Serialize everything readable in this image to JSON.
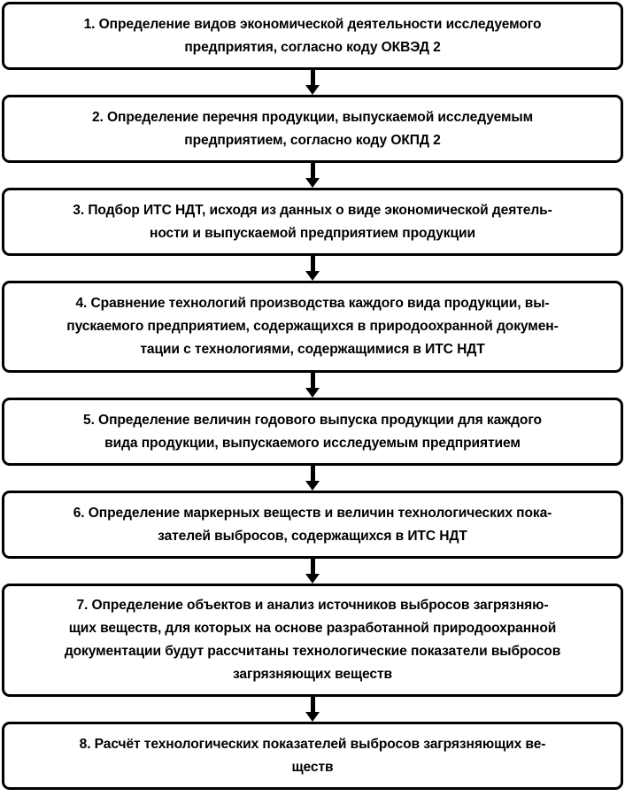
{
  "diagram": {
    "type": "flowchart",
    "orientation": "vertical",
    "language": "ru",
    "shape": "rounded-rectangle",
    "colors": {
      "border": "#000000",
      "fill": "#ffffff",
      "text": "#000000",
      "arrow": "#000000"
    },
    "steps": [
      {
        "number": "1",
        "lines": 2,
        "text": "1. Определение видов экономической деятельности исследуемого\nпредприятия, согласно коду ОКВЭД 2"
      },
      {
        "number": "2",
        "lines": 2,
        "text": "2. Определение перечня продукции, выпускаемой исследуемым\nпредприятием, согласно коду ОКПД 2"
      },
      {
        "number": "3",
        "lines": 2,
        "text": "3. Подбор ИТС НДТ, исходя из данных о виде экономической деятель-\nности и выпускаемой предприятием продукции"
      },
      {
        "number": "4",
        "lines": 3,
        "text": "4. Сравнение технологий производства каждого вида продукции, вы-\nпускаемого предприятием, содержащихся в природоохранной докумен-\nтации с технологиями, содержащимися в ИТС НДТ"
      },
      {
        "number": "5",
        "lines": 2,
        "text": "5. Определение величин годового выпуска продукции для каждого\nвида продукции, выпускаемого исследуемым предприятием"
      },
      {
        "number": "6",
        "lines": 2,
        "text": "6. Определение маркерных веществ и величин технологических пока-\nзателей выбросов, содержащихся в ИТС НДТ"
      },
      {
        "number": "7",
        "lines": 4,
        "text": "7. Определение объектов и анализ источников выбросов загрязняю-\nщих веществ, для которых на основе разработанной природоохранной\nдокументации будут рассчитаны технологические показатели выбросов\nзагрязняющих веществ"
      },
      {
        "number": "8",
        "lines": 2,
        "text": "8. Расчёт технологических показателей выбросов загрязняющих ве-\nществ"
      }
    ],
    "connectors": [
      {
        "from": "1",
        "to": "2",
        "icon": "down-arrow-icon"
      },
      {
        "from": "2",
        "to": "3",
        "icon": "down-arrow-icon"
      },
      {
        "from": "3",
        "to": "4",
        "icon": "down-arrow-icon"
      },
      {
        "from": "4",
        "to": "5",
        "icon": "down-arrow-icon"
      },
      {
        "from": "5",
        "to": "6",
        "icon": "down-arrow-icon"
      },
      {
        "from": "6",
        "to": "7",
        "icon": "down-arrow-icon"
      },
      {
        "from": "7",
        "to": "8",
        "icon": "down-arrow-icon"
      }
    ]
  }
}
